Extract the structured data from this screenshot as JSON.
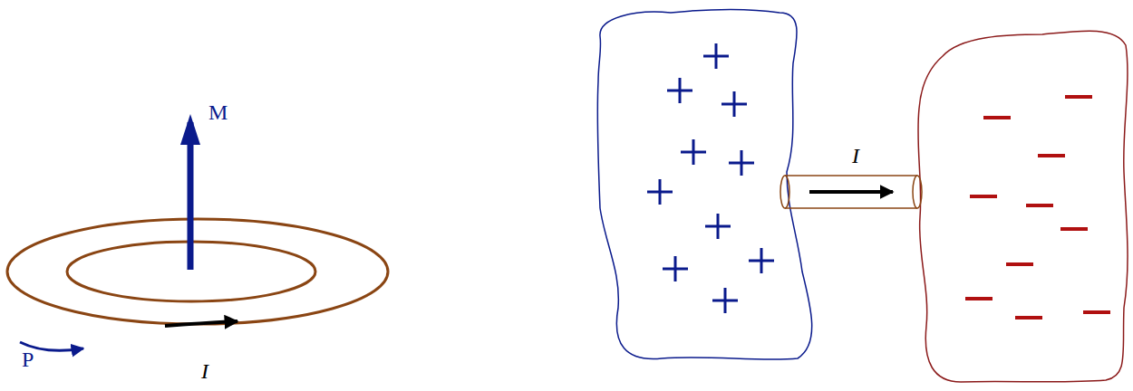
{
  "diagram": {
    "labels": [
      "M",
      "P",
      "I",
      "I"
    ]
  }
}
